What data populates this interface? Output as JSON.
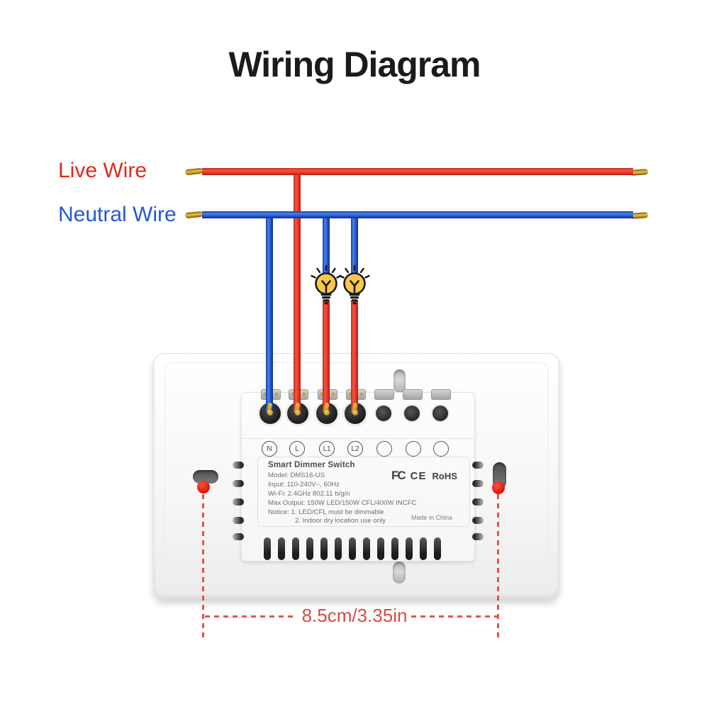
{
  "title": "Wiring Diagram",
  "wires": {
    "live": {
      "label": "Live Wire",
      "color": "#e63a2b"
    },
    "neutral": {
      "label": "Neutral Wire",
      "color": "#2561d9"
    }
  },
  "device": {
    "name": "Smart Dimmer Switch",
    "terminal_labels": [
      "N",
      "L",
      "L1",
      "L2"
    ],
    "empty_terminal_count": 3,
    "specs": [
      "Model: DMS16-US",
      "Input: 110-240V~, 60Hz",
      "Wi-Fi: 2.4GHz 802.11 b/g/n",
      "Max Output: 150W LED/150W CFL/400W INCFC",
      "Notice: 1. LED/CFL must be dimmable",
      "2. Indoor dry location use only"
    ],
    "certifications": {
      "fcc": "FC",
      "ce": "CE",
      "rohs": "RoHS"
    },
    "made_in": "Made in China"
  },
  "dimension": {
    "label": "8.5cm/3.35in"
  },
  "icons": {
    "lamp": "light-bulb-icon"
  },
  "colors": {
    "title": "#1b1b1b",
    "live_label": "#e32819",
    "neutral_label": "#2458d8",
    "wire_red": "#ea3526",
    "wire_blue": "#2057d2",
    "copper_tip": "#d9a62e",
    "bulb_yellow": "#f9c847",
    "dimension_red": "#da4b3d",
    "plate": "#f7f7f8"
  }
}
